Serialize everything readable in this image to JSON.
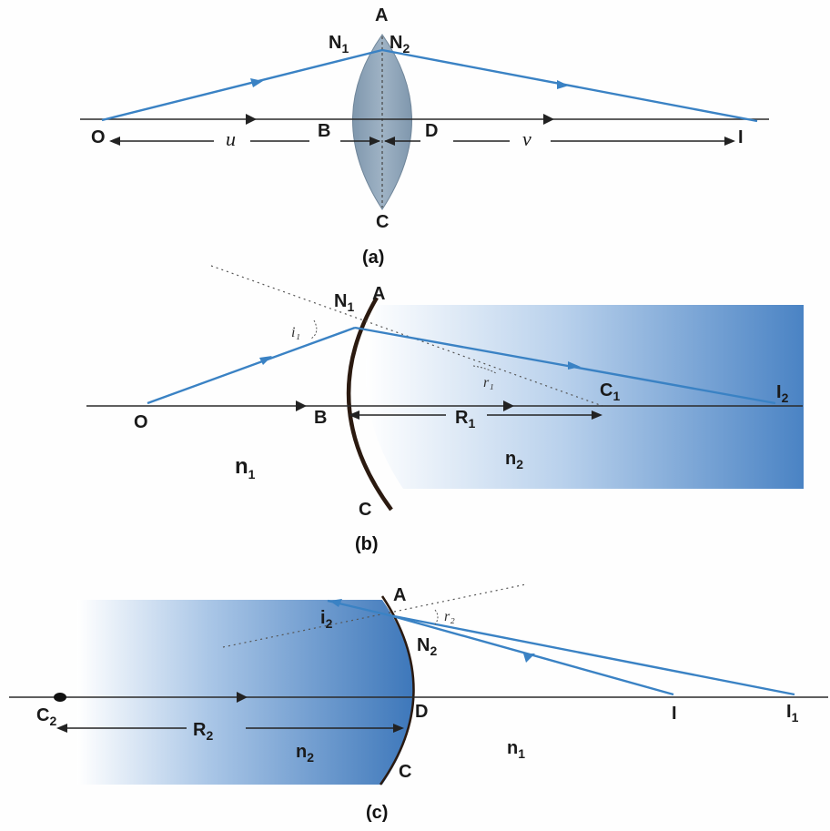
{
  "panel_a": {
    "labels": {
      "top": "A",
      "n1": "N",
      "n1_sub": "1",
      "n2": "N",
      "n2_sub": "2",
      "object": "O",
      "u": "u",
      "b": "B",
      "d": "D",
      "v": "v",
      "image": "I",
      "bottom": "C"
    },
    "caption": "(a)"
  },
  "panel_b": {
    "labels": {
      "n1": "N",
      "n1_sub": "1",
      "top": "A",
      "angle_i": "i₁",
      "angle_r": "r₁",
      "center": "C",
      "center_sub": "1",
      "image": "I",
      "image_sub": "2",
      "object": "O",
      "b": "B",
      "radius": "R",
      "radius_sub": "1",
      "medium1": "n",
      "medium1_sub": "1",
      "medium2": "n",
      "medium2_sub": "2",
      "bottom": "C"
    },
    "caption": "(b)"
  },
  "panel_c": {
    "labels": {
      "top": "A",
      "angle_i": "i",
      "angle_i_sub": "2",
      "angle_r": "r₂",
      "n2": "N",
      "n2_sub": "2",
      "center": "C",
      "center_sub": "2",
      "d": "D",
      "image": "I",
      "image1": "I",
      "image1_sub": "1",
      "radius": "R",
      "radius_sub": "2",
      "medium2": "n",
      "medium2_sub": "2",
      "medium1": "n",
      "medium1_sub": "1",
      "bottom": "C"
    },
    "caption": "(c)"
  },
  "colors": {
    "ray": "#3a82c4",
    "glass_dark": "#3b76b8",
    "glass_light": "#ffffff",
    "lens": "#8fa5b8"
  }
}
